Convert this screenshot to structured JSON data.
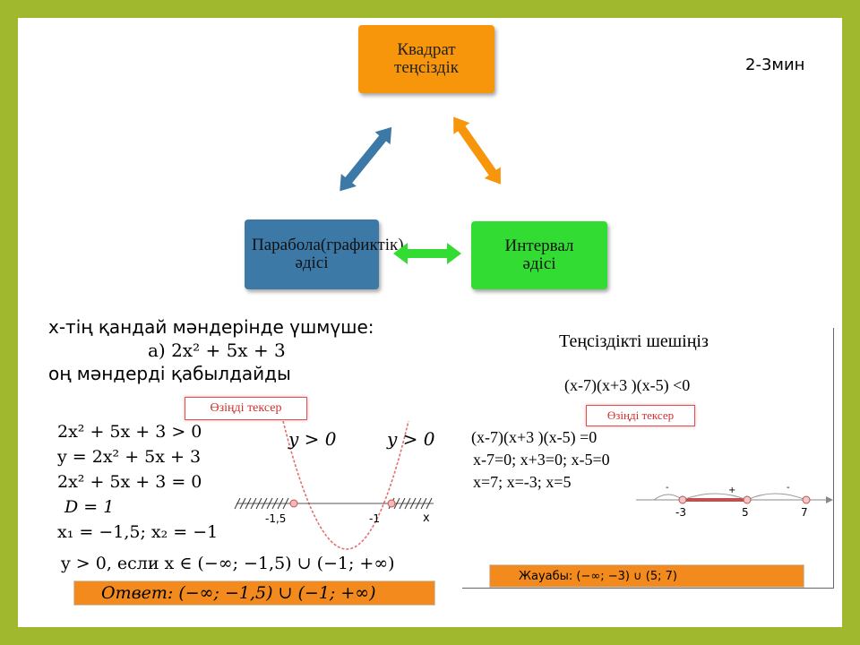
{
  "timer": "2-3мин",
  "boxes": {
    "quad": "Квадрат теңсіздік",
    "parabola": "Парабола(графиктік) әдісі",
    "interval": "Интервал әдісі"
  },
  "left": {
    "question_line1": "x-тің қандай мәндерінде үшмүше:",
    "question_expr": "а) 2x² + 5x + 3",
    "question_line3": "оң мәндерді қабылдайды",
    "check_label": "Өзіңді тексер",
    "steps": [
      "2x² + 5x + 3 > 0",
      "y = 2x² + 5x + 3",
      "2x² + 5x + 3 = 0",
      "D = 1",
      "x₁ = −1,5; x₂ = −1",
      "y > 0, если x ∈ (−∞; −1,5) ∪ (−1; +∞)"
    ],
    "graph_label_left": "y > 0",
    "graph_label_right": "y > 0",
    "tick_labels": [
      "-1,5",
      "-1",
      "x"
    ],
    "answer": "Ответ: (−∞; −1,5) ∪ (−1; +∞)"
  },
  "right": {
    "title": "Теңсіздікті шешіңіз",
    "inequality": "(x-7)(x+3 )(x-5) <0",
    "check_label": "Өзіңді тексер",
    "steps": [
      "(x-7)(x+3 )(x-5) =0",
      "x-7=0; x+3=0; x-5=0",
      "x=7; x=-3; x=5"
    ],
    "signs": [
      "-",
      "+",
      "-"
    ],
    "tick_labels": [
      "-3",
      "5",
      "7"
    ],
    "answer": "Жауабы: (−∞; −3) ∪ (5; 7)"
  },
  "colors": {
    "frame": "#9fb82e",
    "quad": "#f7950b",
    "parabola": "#3c79a7",
    "interval": "#33dc33",
    "answer_bar": "#f28a1e"
  }
}
